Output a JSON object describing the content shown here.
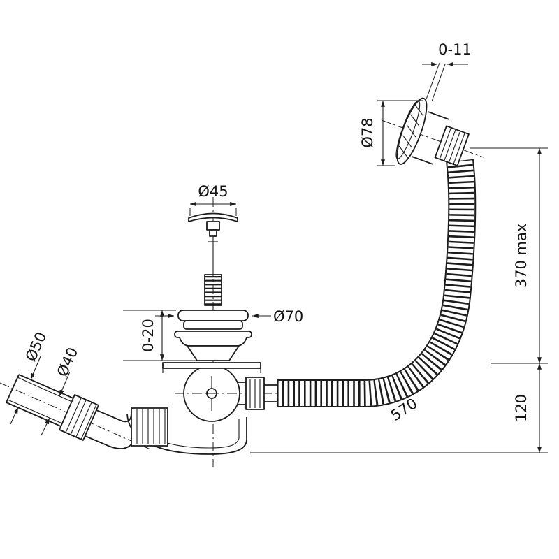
{
  "page": {
    "background": "#ffffff"
  },
  "drawing": {
    "kind": "bath-waste-overflow-siphon-technical-drawing",
    "line_color": "#1c1c1c",
    "labels": {
      "overflow_gap": "0-11",
      "overflow_diameter": "Ø78",
      "plug_diameter": "Ø45",
      "flange_diameter": "Ø70",
      "height_adjust": "0-20",
      "inlet_outer": "Ø50",
      "inlet_inner": "Ø40",
      "max_height": "370 max",
      "trap_height": "120",
      "hose_length": "570"
    }
  }
}
